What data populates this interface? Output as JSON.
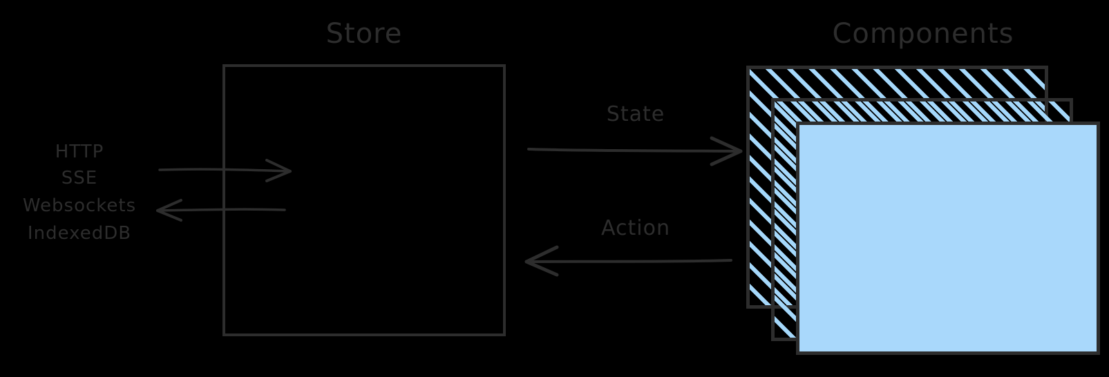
{
  "diagram": {
    "background_color": "#000000",
    "ink_color": "#2d2d2d",
    "accent_color": "#a9d8fb",
    "store": {
      "title": "Store",
      "box_label": ""
    },
    "components": {
      "title": "Components",
      "card_count": 3
    },
    "flow_labels": {
      "state": "State",
      "action": "Action"
    },
    "sources": [
      {
        "label": "HTTP"
      },
      {
        "label": "SSE"
      },
      {
        "label": "Websockets"
      },
      {
        "label": "IndexedDB"
      }
    ]
  }
}
